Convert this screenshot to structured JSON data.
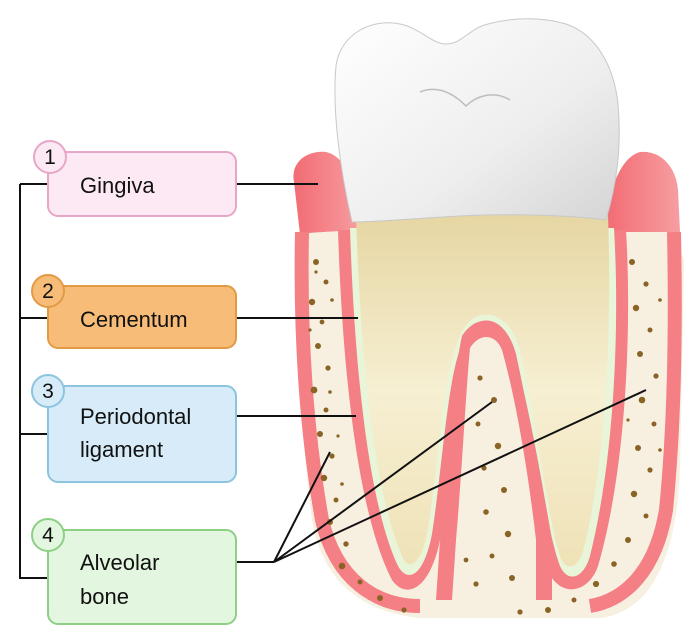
{
  "labels": [
    {
      "number": "1",
      "lines": [
        "Gingiva"
      ],
      "fill": "#fde9f3",
      "stroke": "#e7a6c8",
      "badge_fill": "#fde9f3"
    },
    {
      "number": "2",
      "lines": [
        "Cementum"
      ],
      "fill": "#f7bd78",
      "stroke": "#e39a45",
      "badge_fill": "#f7bd78"
    },
    {
      "number": "3",
      "lines": [
        "Periodontal",
        "ligament"
      ],
      "fill": "#d7ecf8",
      "stroke": "#8cc4e0",
      "badge_fill": "#d7ecf8"
    },
    {
      "number": "4",
      "lines": [
        "Alveolar",
        "bone"
      ],
      "fill": "#e3f6df",
      "stroke": "#8dd085",
      "badge_fill": "#e3f6df"
    }
  ],
  "colors": {
    "enamel": "#f3f3f3",
    "dentin": "#f1e7c4",
    "pulp": "#e9d39b",
    "gum": "#f47f85",
    "gum_light": "#f9b9bb",
    "ligament": "#e8f5d8",
    "bone": "#f7f0e0",
    "bone_dots": "#8a6424",
    "leader": "#111111"
  }
}
